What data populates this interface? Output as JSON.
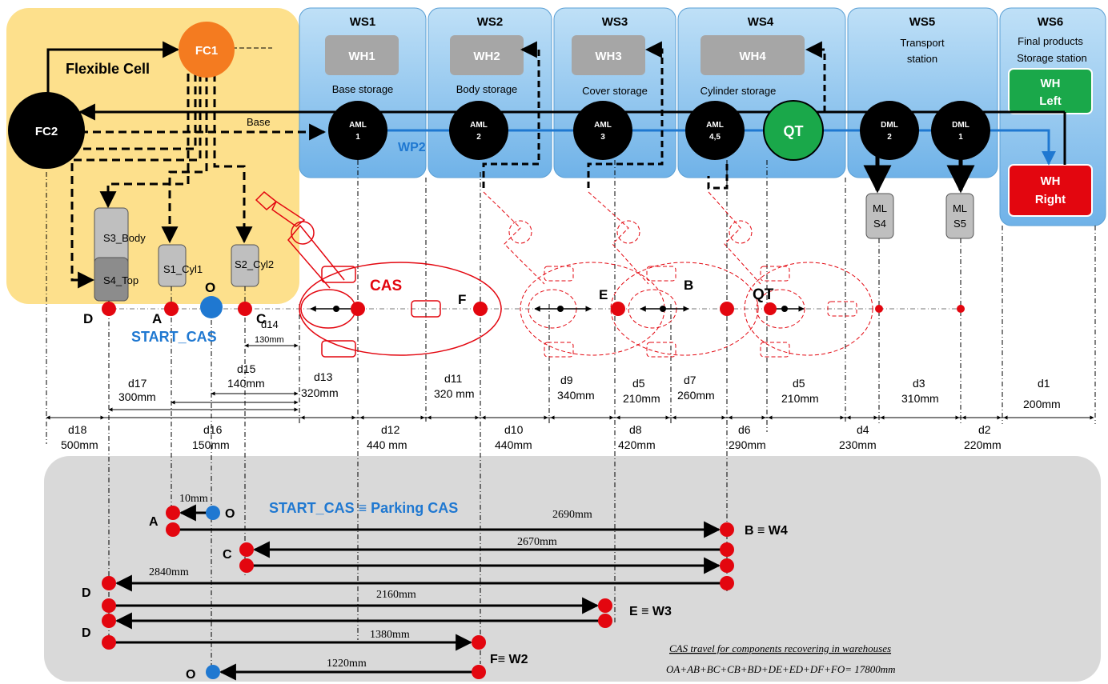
{
  "flexible_cell": {
    "label": "Flexible Cell",
    "fc1": "FC1",
    "fc2": "FC2",
    "base_flow_label": "Base",
    "stations": {
      "s3": "S3_Body",
      "s4": "S4_Top",
      "s1": "S1_Cyl1",
      "s2": "S2_Cyl2"
    }
  },
  "workstations": [
    {
      "name": "WS1",
      "warehouse": "WH1",
      "storage": "Base storage",
      "machine_top": "AML",
      "machine_bottom": "1"
    },
    {
      "name": "WS2",
      "warehouse": "WH2",
      "storage": "Body storage",
      "machine_top": "AML",
      "machine_bottom": "2"
    },
    {
      "name": "WS3",
      "warehouse": "WH3",
      "storage": "Cover storage",
      "machine_top": "AML",
      "machine_bottom": "3"
    },
    {
      "name": "WS4",
      "warehouse": "WH4",
      "storage": "Cylinder storage",
      "machine_top": "AML",
      "machine_bottom": "4,5",
      "qt": "QT"
    },
    {
      "name": "WS5",
      "subtitle1": "Transport",
      "subtitle2": "station",
      "dml2_top": "DML",
      "dml2_bottom": "2",
      "dml1_top": "DML",
      "dml1_bottom": "1",
      "mls4_a": "ML",
      "mls4_b": "S4",
      "mls5_a": "ML",
      "mls5_b": "S5"
    },
    {
      "name": "WS6",
      "subtitle1": "Final products",
      "subtitle2": "Storage station",
      "wh_left_1": "WH",
      "wh_left_2": "Left",
      "wh_right_1": "WH",
      "wh_right_2": "Right"
    }
  ],
  "wp2_label": "WP2",
  "track": {
    "cas_label": "CAS",
    "qt_label": "QT",
    "points": {
      "D": "D",
      "A": "A",
      "O": "O",
      "C": "C",
      "F": "F",
      "E": "E",
      "B": "B"
    },
    "start_cas": "START_CAS"
  },
  "dimensions": {
    "d14": "d14",
    "d14_val": "130mm",
    "d15": "d15",
    "d15_val": "140mm",
    "d13": "d13",
    "d13_val": "320mm",
    "d17": "d17",
    "d17_val": "300mm",
    "d16": "d16",
    "d16_val": "150mm",
    "d18": "d18",
    "d18_val": "500mm",
    "d11": "d11",
    "d11_val": "320 mm",
    "d12": "d12",
    "d12_val": "440 mm",
    "d9": "d9",
    "d9_val": "340mm",
    "d10": "d10",
    "d10_val": "440mm",
    "d5a": "d5",
    "d5a_val": "210mm",
    "d8": "d8",
    "d8_val": "420mm",
    "d7": "d7",
    "d7_val": "260mm",
    "d6": "d6",
    "d6_val": "290mm",
    "d5b": "d5",
    "d5b_val": "210mm",
    "d4": "d4",
    "d4_val": "230mm",
    "d3": "d3",
    "d3_val": "310mm",
    "d2": "d2",
    "d2_val": "220mm",
    "d1": "d1",
    "d1_val": "200mm"
  },
  "travel": {
    "start_parking": "START_CAS ≡ Parking CAS",
    "oa": "10mm",
    "ab": "2690mm",
    "cb": "2670mm",
    "bd": "2840mm",
    "de": "2160mm",
    "df": "1380mm",
    "fo": "1220mm",
    "label_A": "A",
    "label_O": "O",
    "label_C": "C",
    "label_D1": "D",
    "label_D2": "D",
    "label_O2": "O",
    "label_B": "B ≡ W4",
    "label_E": "E ≡ W3",
    "label_F": "F≡ W2",
    "caption": "CAS travel for components recovering in warehouses",
    "formula": "OA+AB+BC+CB+BD+DE+ED+DF+FO= 17800mm"
  }
}
